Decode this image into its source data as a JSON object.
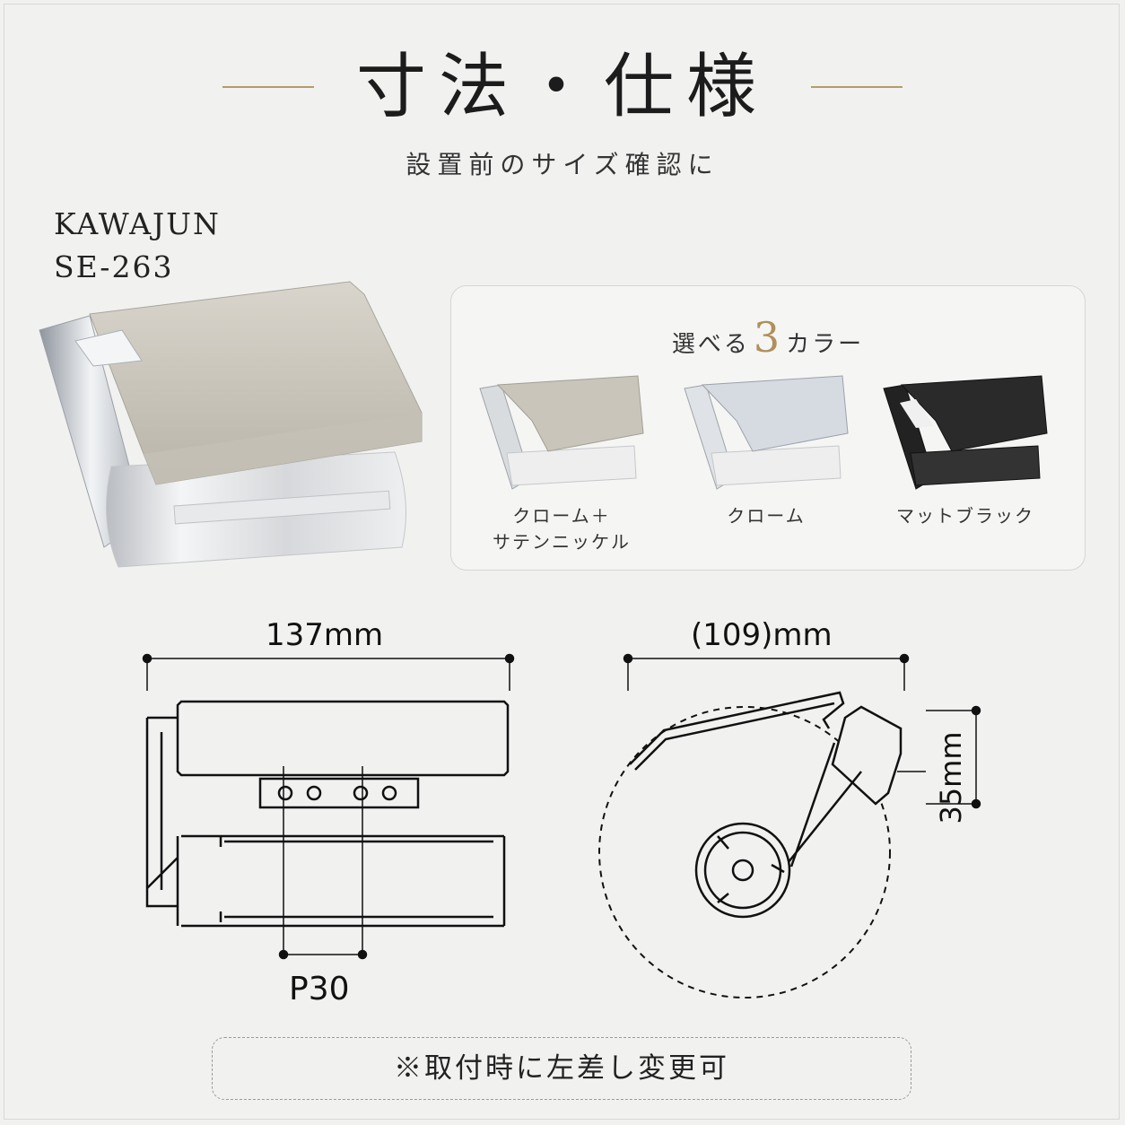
{
  "header": {
    "title": "寸法・仕様",
    "subtitle": "設置前のサイズ確認に"
  },
  "product": {
    "brand": "KAWAJUN",
    "model": "SE-263"
  },
  "colors": {
    "title_prefix": "選べる",
    "title_number": "3",
    "title_suffix": "カラー",
    "variants": [
      {
        "label_line1": "クローム＋",
        "label_line2": "サテンニッケル",
        "cover": "#c9c5ba"
      },
      {
        "label_line1": "クローム",
        "label_line2": "",
        "cover": "#d6dbe2"
      },
      {
        "label_line1": "マットブラック",
        "label_line2": "",
        "cover": "#2a2a2a"
      }
    ]
  },
  "dimensions": {
    "width_label": "137mm",
    "depth_label": "(109)mm",
    "height_label": "35mm",
    "pitch_label": "P30"
  },
  "note": "※取付時に左差し変更可",
  "accent": "#b59b6b"
}
